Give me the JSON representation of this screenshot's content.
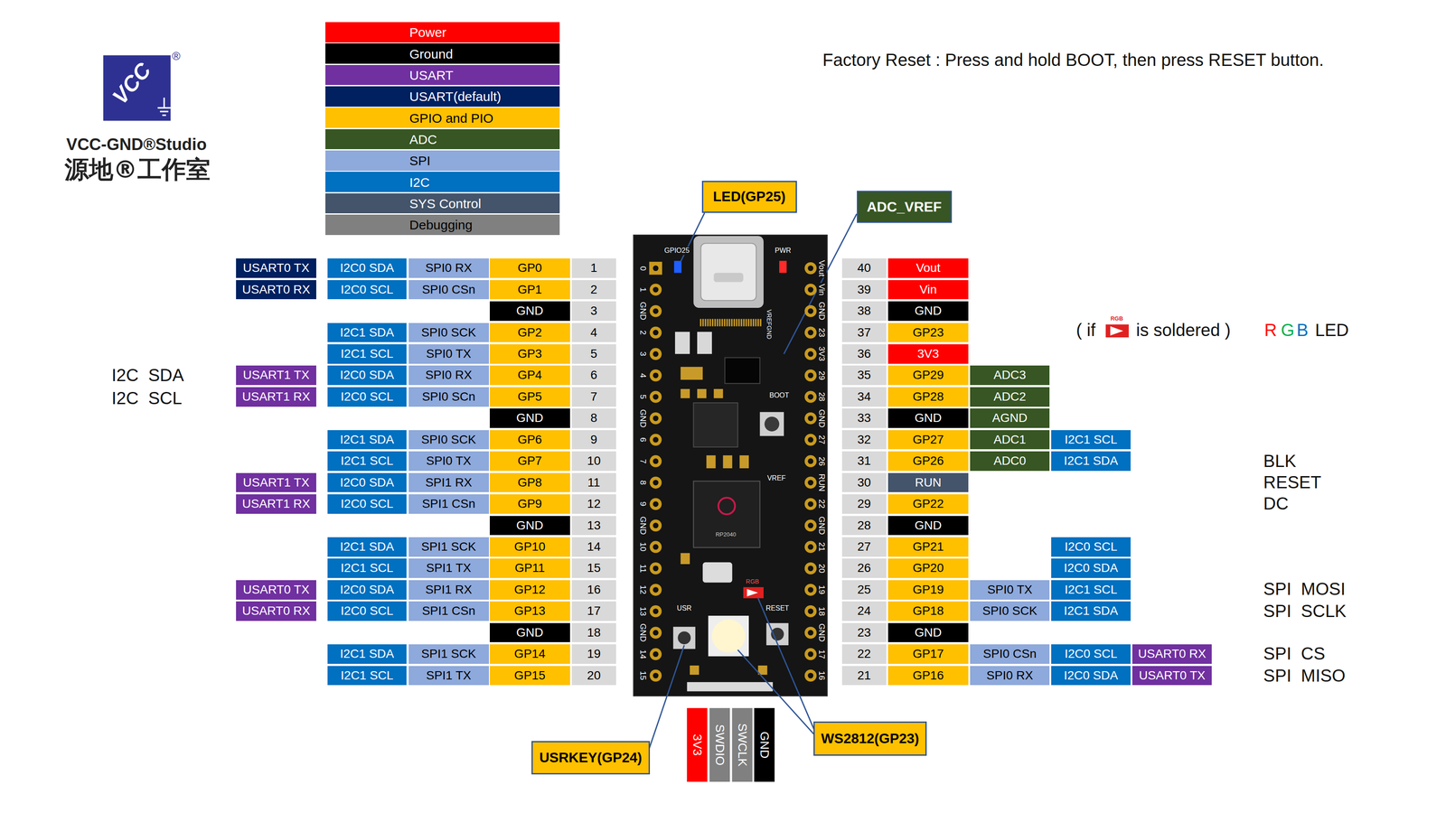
{
  "diagram": {
    "nodes": [
      {
        "text": [
          "LED(GP25)"
        ]
      },
      {
        "text": [
          "ADC_VREF"
        ]
      },
      {
        "text": [
          "USRKEY(GP24)"
        ]
      },
      {
        "text": [
          "WS2812(GP23)"
        ]
      }
    ],
    "labels": [
      "VCC",
      "®",
      "VCC-GND®Studio",
      "源地®工作室",
      "Factory Reset : Press and hold BOOT, then press RESET button.",
      "USART0 TX",
      "I2C0 SDA",
      "SPI0 RX",
      "GP0",
      "1",
      "USART0 RX",
      "I2C0 SCL",
      "SPI0 CSn",
      "GP1",
      "2",
      "GND",
      "3",
      "I2C1 SDA",
      "SPI0 SCK",
      "GP2",
      "4",
      "I2C1 SCL",
      "SPI0 TX",
      "GP3",
      "5",
      "USART1 TX",
      "I2C0 SDA",
      "SPI0 RX",
      "GP4",
      "6",
      "USART1 RX",
      "I2C0 SCL",
      "SPI0 SCn",
      "GP5",
      "7",
      "GND",
      "8",
      "I2C1 SDA",
      "SPI0 SCK",
      "GP6",
      "9",
      "I2C1 SCL",
      "SPI0 TX",
      "GP7",
      "10",
      "USART1 TX",
      "I2C0 SDA",
      "SPI1 RX",
      "GP8",
      "11",
      "USART1 RX",
      "I2C0 SCL",
      "SPI1 CSn",
      "GP9",
      "12",
      "GND",
      "13",
      "I2C1 SDA",
      "SPI1 SCK",
      "GP10",
      "14",
      "I2C1 SCL",
      "SPI1 TX",
      "GP11",
      "15",
      "USART0 TX",
      "I2C0 SDA",
      "SPI1 RX",
      "GP12",
      "16",
      "USART0 RX",
      "I2C0 SCL",
      "SPI1 CSn",
      "GP13",
      "17",
      "GND",
      "18",
      "I2C1 SDA",
      "SPI1 SCK",
      "GP14",
      "19",
      "I2C1 SCL",
      "SPI1 TX",
      "GP15",
      "20",
      "40",
      "Vout",
      "39",
      "Vin",
      "38",
      "GND",
      "37",
      "GP23",
      "36",
      "3V3",
      "35",
      "GP29",
      "ADC3",
      "34",
      "GP28",
      "ADC2",
      "33",
      "GND",
      "AGND",
      "32",
      "GP27",
      "ADC1",
      "I2C1 SCL",
      "31",
      "GP26",
      "ADC0",
      "I2C1 SDA",
      "30",
      "RUN",
      "29",
      "GP22",
      "28",
      "GND",
      "27",
      "GP21",
      "I2C0 SCL",
      "26",
      "GP20",
      "I2C0 SDA",
      "25",
      "GP19",
      "SPI0 TX",
      "I2C1 SCL",
      "24",
      "GP18",
      "SPI0 SCK",
      "I2C1 SDA",
      "23",
      "GND",
      "22",
      "GP17",
      "SPI0 CSn",
      "I2C0 SCL",
      "USART0 RX",
      "21",
      "GP16",
      "SPI0 RX",
      "I2C0 SDA",
      "USART0 TX",
      "I2C  SDA",
      "I2C  SCL",
      "BLK",
      "RESET",
      "DC",
      "SPI  MOSI",
      "SPI  SCLK",
      "SPI  CS",
      "SPI  MISO",
      "( if",
      "RGB",
      "is soldered )",
      "R",
      "G",
      "B",
      "LED",
      "0",
      "1",
      "GND",
      "2",
      "3",
      "4",
      "5",
      "GND",
      "6",
      "7",
      "8",
      "9",
      "GND",
      "10",
      "11",
      "12",
      "13",
      "GND",
      "14",
      "15",
      "Vout",
      "Vin",
      "GND",
      "23",
      "3V3",
      "29",
      "28",
      "GND",
      "27",
      "26",
      "RUN",
      "22",
      "GND",
      "21",
      "20",
      "19",
      "18",
      "GND",
      "17",
      "16",
      "GPIO25",
      "PWR",
      "VREFGND",
      "BOOT",
      "VREF",
      "RP2040",
      "RGB",
      "USR",
      "RESET",
      "3V3",
      "SWDIO",
      "SWCLK",
      "GND"
    ],
    "legend": [
      {
        "text": "Power",
        "color": "#ff0000"
      },
      {
        "text": "Ground",
        "color": "#000000"
      },
      {
        "text": "USART",
        "color": "#7030a0"
      },
      {
        "text": "USART(default)",
        "color": "#002060"
      },
      {
        "text": "GPIO and PIO",
        "color": "#ffc000"
      },
      {
        "text": "ADC",
        "color": "#375623"
      },
      {
        "text": "SPI",
        "color": "#8ea9db"
      },
      {
        "text": "I2C",
        "color": "#0070c0"
      },
      {
        "text": "SYS Control",
        "color": "#44546a"
      },
      {
        "text": "Debugging",
        "color": "#808080"
      }
    ]
  }
}
